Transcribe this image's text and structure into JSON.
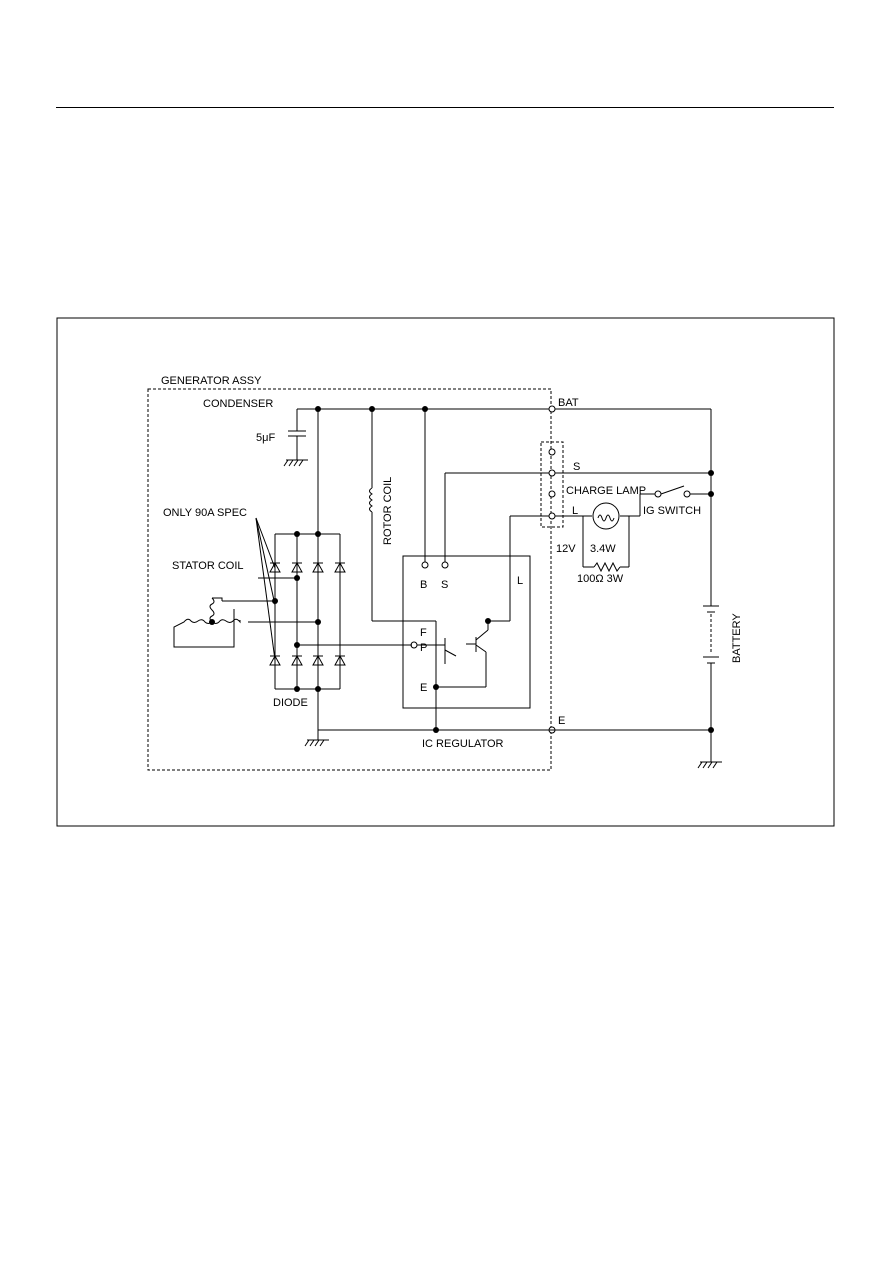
{
  "labels": {
    "generator_assy": "GENERATOR ASSY",
    "condenser": "CONDENSER",
    "capacitance": "5μF",
    "bat": "BAT",
    "rotor_coil": "ROTOR COIL",
    "s_terminal": "S",
    "charge_lamp": "CHARGE LAMP",
    "l_terminal": "L",
    "ig_switch": "IG SWITCH",
    "only_90a_spec": "ONLY 90A SPEC",
    "stator_coil": "STATOR COIL",
    "reg_b": "B",
    "reg_s": "S",
    "reg_l": "L",
    "voltage": "12V",
    "lamp_wattage": "3.4W",
    "resistor": "100Ω 3W",
    "reg_f": "F",
    "reg_p": "P",
    "reg_e": "E",
    "diode": "DIODE",
    "e_terminal": "E",
    "ic_regulator": "IC REGULATOR",
    "battery": "BATTERY"
  }
}
